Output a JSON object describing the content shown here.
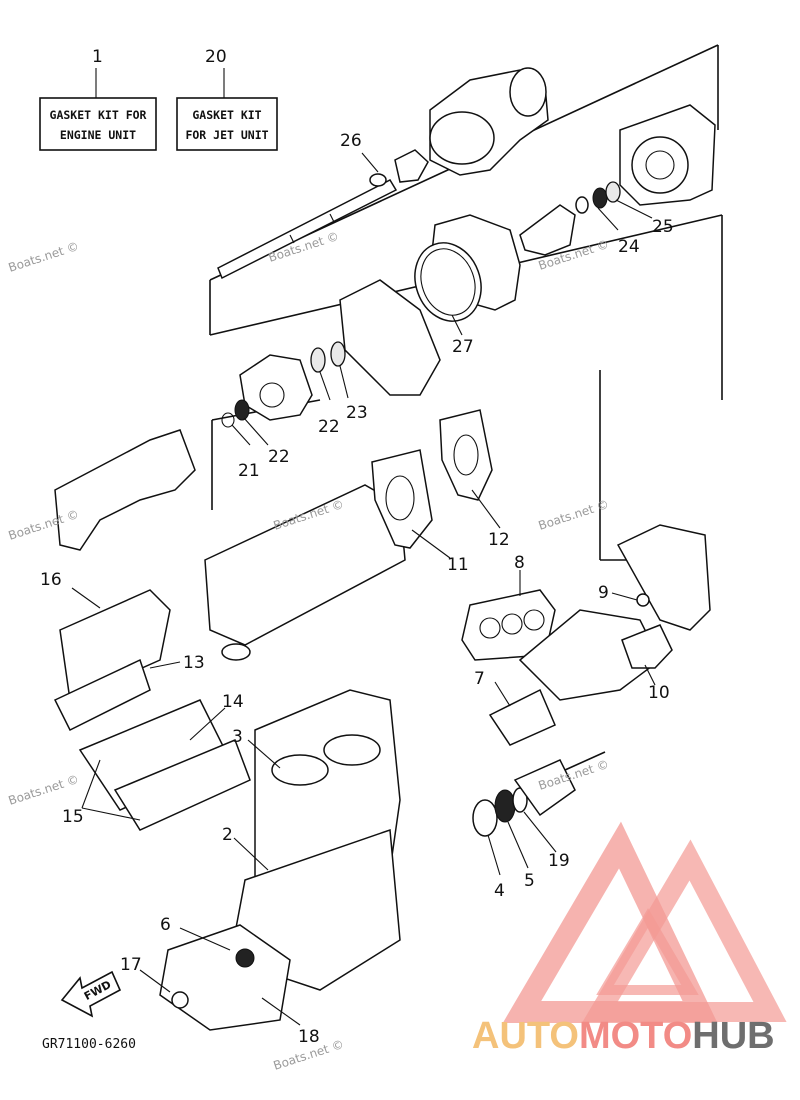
{
  "kit_boxes": [
    {
      "number": "1",
      "line1": "GASKET KIT FOR",
      "line2": "ENGINE UNIT"
    },
    {
      "number": "20",
      "line1": "GASKET KIT",
      "line2": "FOR JET UNIT"
    }
  ],
  "callouts": [
    "26",
    "24",
    "25",
    "27",
    "22",
    "23",
    "21",
    "22",
    "16",
    "11",
    "12",
    "8",
    "9",
    "13",
    "7",
    "10",
    "14",
    "3",
    "15",
    "2",
    "4",
    "5",
    "19",
    "6",
    "17",
    "18"
  ],
  "fwd_label": "FWD",
  "diagram_code": "GR71100-6260",
  "watermarks": [
    "Boats.net ©",
    "Boats.net ©",
    "Boats.net ©",
    "Boats.net ©",
    "Boats.net ©",
    "Boats.net ©",
    "Boats.net ©",
    "Boats.net ©",
    "Boats.net ©"
  ],
  "brand": {
    "part1": "AUTO",
    "part2": "MOTO",
    "part3": "HUB",
    "color_light": "#f4c27a",
    "color_mid": "#f28b86",
    "color_dark": "#6e6e6e"
  }
}
